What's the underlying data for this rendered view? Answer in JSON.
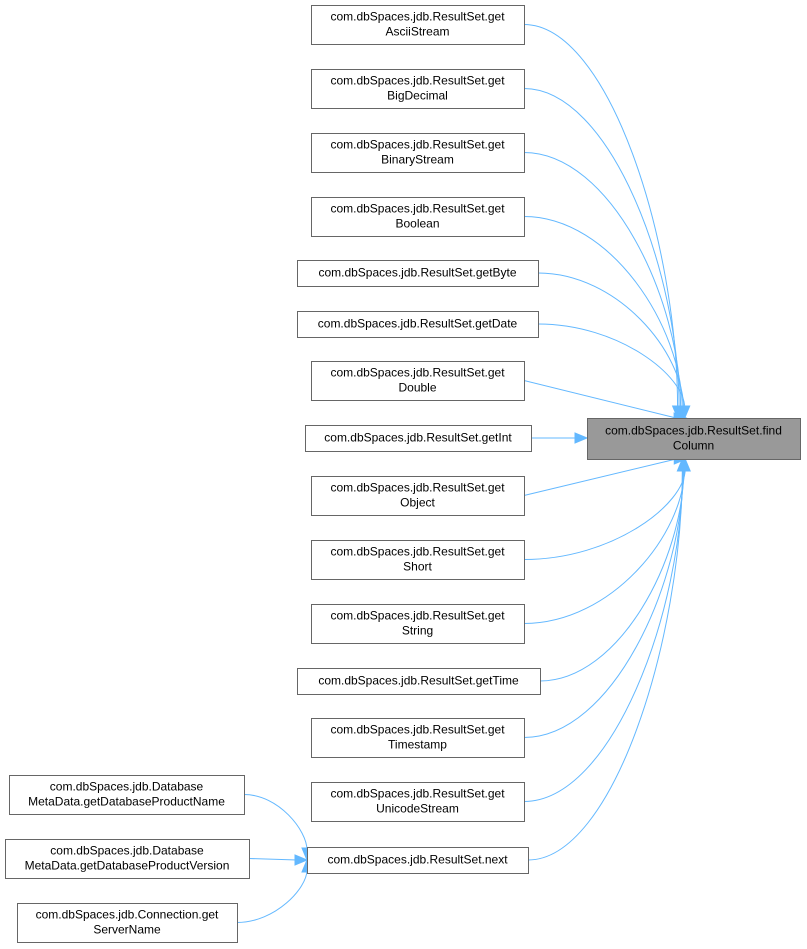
{
  "graph": {
    "nodes": [
      {
        "id": "findColumn",
        "lines": [
          "com.dbSpaces.jdb.ResultSet.find",
          "Column"
        ],
        "target": true
      },
      {
        "id": "getAsciiStream",
        "lines": [
          "com.dbSpaces.jdb.ResultSet.get",
          "AsciiStream"
        ]
      },
      {
        "id": "getBigDecimal",
        "lines": [
          "com.dbSpaces.jdb.ResultSet.get",
          "BigDecimal"
        ]
      },
      {
        "id": "getBinaryStream",
        "lines": [
          "com.dbSpaces.jdb.ResultSet.get",
          "BinaryStream"
        ]
      },
      {
        "id": "getBoolean",
        "lines": [
          "com.dbSpaces.jdb.ResultSet.get",
          "Boolean"
        ]
      },
      {
        "id": "getByte",
        "lines": [
          "com.dbSpaces.jdb.ResultSet.getByte"
        ]
      },
      {
        "id": "getDate",
        "lines": [
          "com.dbSpaces.jdb.ResultSet.getDate"
        ]
      },
      {
        "id": "getDouble",
        "lines": [
          "com.dbSpaces.jdb.ResultSet.get",
          "Double"
        ]
      },
      {
        "id": "getInt",
        "lines": [
          "com.dbSpaces.jdb.ResultSet.getInt"
        ]
      },
      {
        "id": "getObject",
        "lines": [
          "com.dbSpaces.jdb.ResultSet.get",
          "Object"
        ]
      },
      {
        "id": "getShort",
        "lines": [
          "com.dbSpaces.jdb.ResultSet.get",
          "Short"
        ]
      },
      {
        "id": "getString",
        "lines": [
          "com.dbSpaces.jdb.ResultSet.get",
          "String"
        ]
      },
      {
        "id": "getTime",
        "lines": [
          "com.dbSpaces.jdb.ResultSet.getTime"
        ]
      },
      {
        "id": "getTimestamp",
        "lines": [
          "com.dbSpaces.jdb.ResultSet.get",
          "Timestamp"
        ]
      },
      {
        "id": "getUnicodeStream",
        "lines": [
          "com.dbSpaces.jdb.ResultSet.get",
          "UnicodeStream"
        ]
      },
      {
        "id": "next",
        "lines": [
          "com.dbSpaces.jdb.ResultSet.next"
        ]
      },
      {
        "id": "getDatabaseProductName",
        "lines": [
          "com.dbSpaces.jdb.Database",
          "MetaData.getDatabaseProductName"
        ]
      },
      {
        "id": "getDatabaseProductVersion",
        "lines": [
          "com.dbSpaces.jdb.Database",
          "MetaData.getDatabaseProductVersion"
        ]
      },
      {
        "id": "getServerName",
        "lines": [
          "com.dbSpaces.jdb.Connection.get",
          "ServerName"
        ]
      }
    ],
    "edges": [
      {
        "from": "getAsciiStream",
        "to": "findColumn"
      },
      {
        "from": "getBigDecimal",
        "to": "findColumn"
      },
      {
        "from": "getBinaryStream",
        "to": "findColumn"
      },
      {
        "from": "getBoolean",
        "to": "findColumn"
      },
      {
        "from": "getByte",
        "to": "findColumn"
      },
      {
        "from": "getDate",
        "to": "findColumn"
      },
      {
        "from": "getDouble",
        "to": "findColumn"
      },
      {
        "from": "getInt",
        "to": "findColumn"
      },
      {
        "from": "getObject",
        "to": "findColumn"
      },
      {
        "from": "getShort",
        "to": "findColumn"
      },
      {
        "from": "getString",
        "to": "findColumn"
      },
      {
        "from": "getTime",
        "to": "findColumn"
      },
      {
        "from": "getTimestamp",
        "to": "findColumn"
      },
      {
        "from": "getUnicodeStream",
        "to": "findColumn"
      },
      {
        "from": "next",
        "to": "findColumn"
      },
      {
        "from": "getDatabaseProductName",
        "to": "next"
      },
      {
        "from": "getDatabaseProductVersion",
        "to": "next"
      },
      {
        "from": "getServerName",
        "to": "next"
      }
    ],
    "colors": {
      "edge": "#63b8ff",
      "node_border": "#666666",
      "target_fill": "#999999"
    }
  }
}
